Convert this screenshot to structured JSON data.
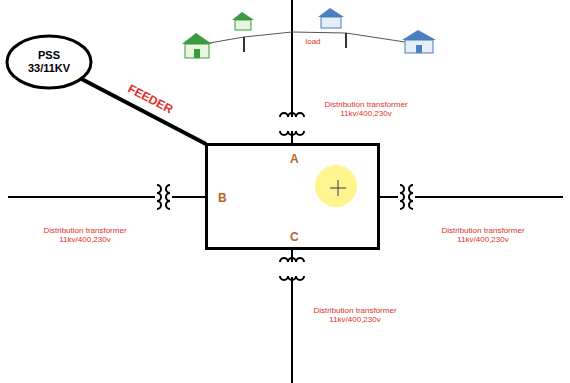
{
  "diagram": {
    "nodes": [
      {
        "text": [
          "PSS 33/11KV"
        ]
      },
      {
        "text": [
          "A",
          "B",
          "C"
        ]
      }
    ],
    "edges": [
      {
        "from": 0,
        "to": 1,
        "label": "FEEDER",
        "arrow": "none"
      }
    ],
    "labels": [
      "load",
      "Distribution transformer 11kv/400,230v",
      "Distribution transformer 11kv/400,230v",
      "Distribution transformer 11kv/400,230v",
      "Distribution transformer 11kv/400,230v"
    ]
  }
}
